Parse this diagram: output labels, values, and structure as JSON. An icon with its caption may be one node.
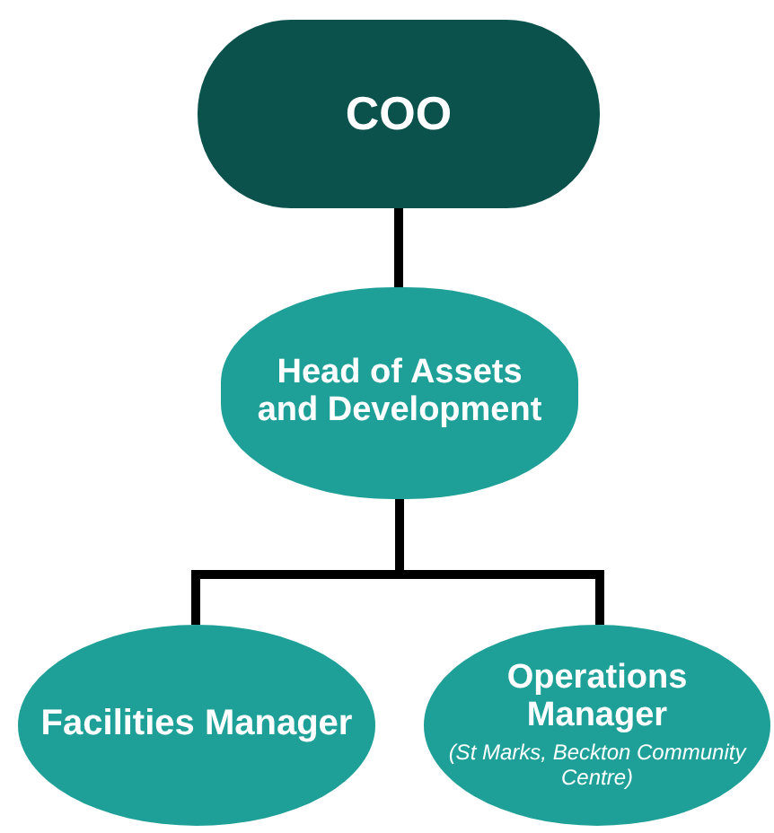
{
  "diagram": {
    "nodes": [
      {
        "text": [
          "COO"
        ]
      },
      {
        "text": [
          "Head of Assets and Development"
        ]
      },
      {
        "text": [
          "Facilities Manager"
        ]
      },
      {
        "text": [
          "Operations Manager",
          "(St Marks, Beckton Community Centre)"
        ]
      }
    ],
    "edges": [
      {
        "from": 0,
        "to": 1,
        "arrow": "none"
      },
      {
        "from": 1,
        "to": 2,
        "arrow": "none"
      },
      {
        "from": 1,
        "to": 3,
        "arrow": "none"
      }
    ]
  }
}
